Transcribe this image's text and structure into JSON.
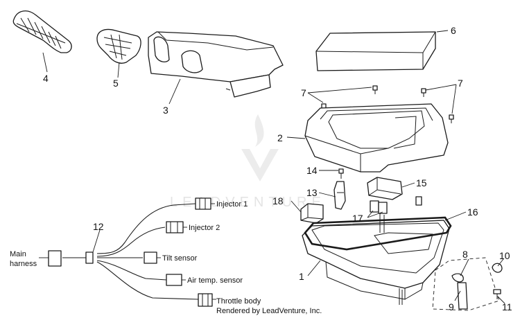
{
  "callouts": {
    "c1": "1",
    "c2": "2",
    "c3": "3",
    "c4": "4",
    "c5": "5",
    "c6": "6",
    "c7a": "7",
    "c7b": "7",
    "c8": "8",
    "c9": "9",
    "c10": "10",
    "c11": "11",
    "c12": "12",
    "c13": "13",
    "c14": "14",
    "c15": "15",
    "c16": "16",
    "c17": "17",
    "c18": "18"
  },
  "harness_labels": {
    "main_harness_line1": "Main",
    "main_harness_line2": "harness",
    "injector1": "Injector 1",
    "injector2": "Injector 2",
    "tilt_sensor": "Tilt sensor",
    "air_temp_sensor": "Air temp. sensor",
    "throttle_body": "Throttle body"
  },
  "credit": "Rendered by LeadVenture, Inc.",
  "watermark": "LEADVENTURE",
  "colors": {
    "line": "#1a1a1a",
    "watermark": "#e4e4e4",
    "background": "#ffffff"
  }
}
